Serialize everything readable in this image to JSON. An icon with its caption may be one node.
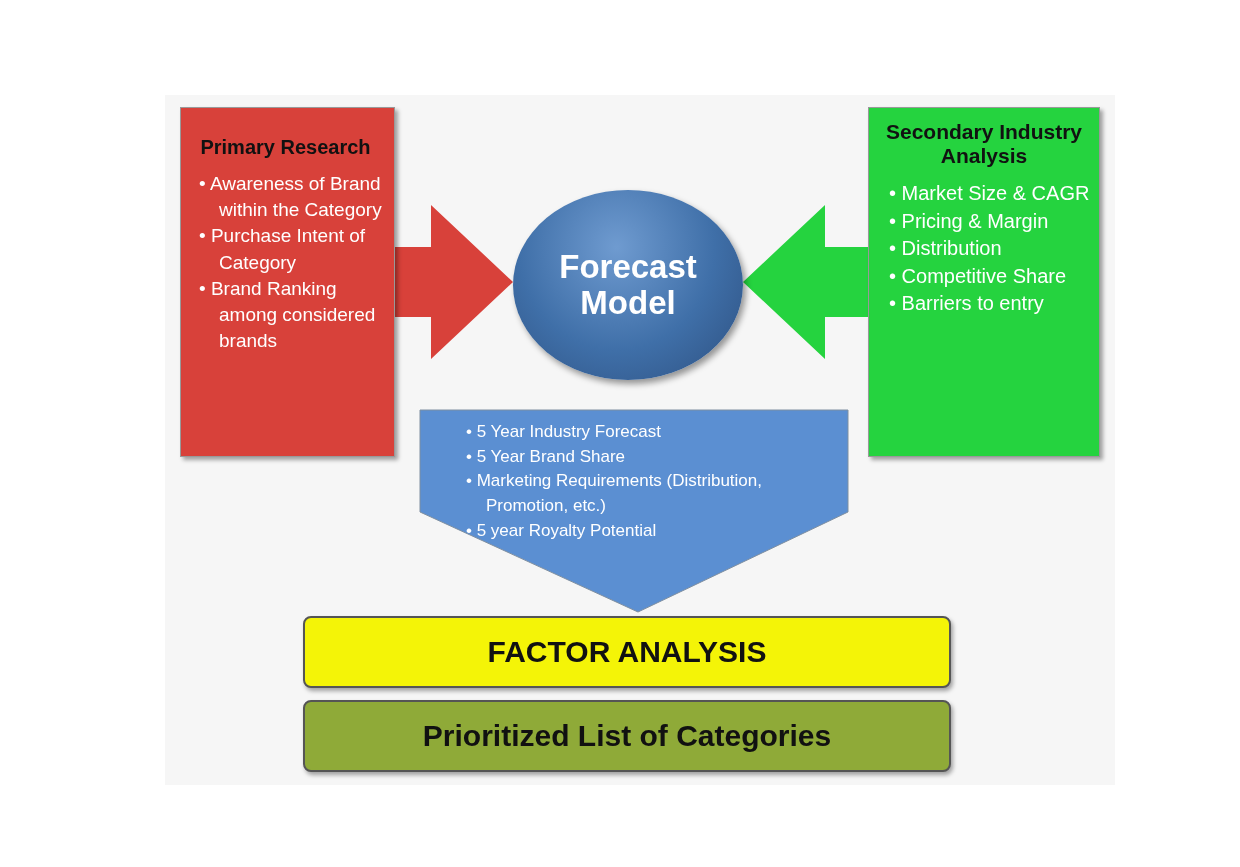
{
  "diagram": {
    "nodes": [
      {
        "text": [
          "Primary Research",
          "• Awareness of Brand within the Category",
          "• Purchase Intent of Category",
          "• Brand Ranking among considered brands"
        ]
      },
      {
        "text": [
          "Forecast Model"
        ]
      },
      {
        "text": [
          "Secondary Industry Analysis",
          "• Market Size & CAGR",
          "• Pricing & Margin",
          "• Distribution",
          "• Competitive Share",
          "• Barriers to entry"
        ]
      },
      {
        "text": [
          "• 5 Year Industry Forecast",
          "• 5 Year Brand Share",
          "• Marketing Requirements (Distribution, Promotion, etc.)",
          "• 5 year Royalty Potential"
        ]
      },
      {
        "text": [
          "FACTOR ANALYSIS"
        ]
      },
      {
        "text": [
          "Prioritized List of Categories"
        ]
      }
    ],
    "edges": [
      {
        "from": 0,
        "to": 1,
        "arrow": "to",
        "style": "thick",
        "color": "#d8413a"
      },
      {
        "from": 2,
        "to": 1,
        "arrow": "to",
        "style": "thick",
        "color": "#25d33f"
      }
    ]
  }
}
